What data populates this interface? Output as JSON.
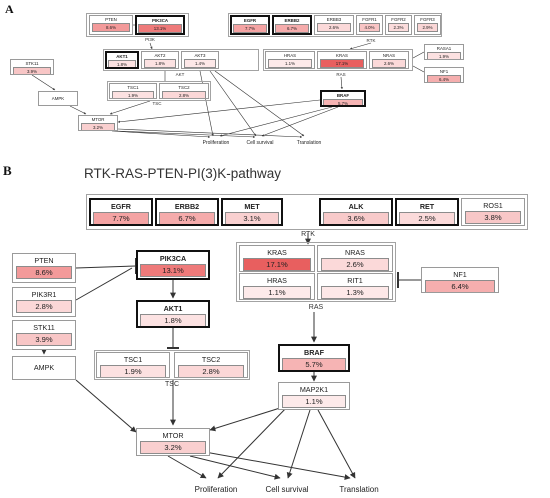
{
  "panel_a": {
    "letter": "A",
    "genes": {
      "pten": {
        "name": "PTEN",
        "value": "8.6%",
        "color": "#f39a9a"
      },
      "pik3ca": {
        "name": "PIK3CA",
        "value": "13.1%",
        "color": "#ee7a7a"
      },
      "egfr": {
        "name": "EGFR",
        "value": "7.7%",
        "color": "#f4a3a3"
      },
      "erbb2": {
        "name": "ERBB2",
        "value": "6.7%",
        "color": "#f5abab"
      },
      "erbb3": {
        "name": "ERBB3",
        "value": "2.6%",
        "color": "#fbd9d9"
      },
      "fgfr1": {
        "name": "FGFR1",
        "value": "4.0%",
        "color": "#f8c4c4"
      },
      "fgfr2": {
        "name": "FGFR2",
        "value": "2.3%",
        "color": "#fbdcdc"
      },
      "fgfr3": {
        "name": "FGFR3",
        "value": "2.9%",
        "color": "#fad6d6"
      },
      "stk11": {
        "name": "STK11",
        "value": "3.9%",
        "color": "#f8c6c6"
      },
      "akt1": {
        "name": "AKT1",
        "value": "1.8%",
        "color": "#fce2e2"
      },
      "akt2": {
        "name": "AKT2",
        "value": "1.8%",
        "color": "#fce2e2"
      },
      "akt3": {
        "name": "AKT3",
        "value": "1.4%",
        "color": "#fde8e8"
      },
      "hras": {
        "name": "HRAS",
        "value": "1.1%",
        "color": "#fdeaea"
      },
      "kras": {
        "name": "KRAS",
        "value": "17.1%",
        "color": "#e85f5f"
      },
      "nras": {
        "name": "NRAS",
        "value": "2.6%",
        "color": "#fbd9d9"
      },
      "rasa1": {
        "name": "RASA1",
        "value": "1.9%",
        "color": "#fce1e1"
      },
      "nf1": {
        "name": "NF1",
        "value": "6.4%",
        "color": "#f5aeae"
      },
      "tsc1": {
        "name": "TSC1",
        "value": "1.9%",
        "color": "#fce1e1"
      },
      "tsc2": {
        "name": "TSC2",
        "value": "2.8%",
        "color": "#fbd7d7"
      },
      "ampk": {
        "name": "AMPK"
      },
      "braf": {
        "name": "BRAF",
        "value": "5.7%",
        "color": "#f6b4b4"
      },
      "mtor": {
        "name": "MTOR",
        "value": "3.2%",
        "color": "#f9cfcf"
      }
    },
    "labels": {
      "pi3k": "PI3K",
      "rtk": "RTK",
      "akt": "AKT",
      "tsc": "TSC",
      "ras": "RAS"
    },
    "outputs": {
      "proliferation": "Proliferation",
      "cell_survival": "Cell survival",
      "translation": "Translation"
    }
  },
  "panel_b": {
    "letter": "B",
    "title": "RTK-RAS-PTEN-PI(3)K-pathway",
    "genes": {
      "egfr": {
        "name": "EGFR",
        "value": "7.7%",
        "color": "#f4a3a3"
      },
      "erbb2": {
        "name": "ERBB2",
        "value": "6.7%",
        "color": "#f5abab"
      },
      "met": {
        "name": "MET",
        "value": "3.1%",
        "color": "#f9d0d0"
      },
      "alk": {
        "name": "ALK",
        "value": "3.6%",
        "color": "#f8caca"
      },
      "ret": {
        "name": "RET",
        "value": "2.5%",
        "color": "#fbdada"
      },
      "ros1": {
        "name": "ROS1",
        "value": "3.8%",
        "color": "#f8c7c7"
      },
      "pten": {
        "name": "PTEN",
        "value": "8.6%",
        "color": "#f39a9a"
      },
      "pik3r1": {
        "name": "PIK3R1",
        "value": "2.8%",
        "color": "#fbd7d7"
      },
      "pik3ca": {
        "name": "PIK3CA",
        "value": "13.1%",
        "color": "#ee7a7a"
      },
      "akt1": {
        "name": "AKT1",
        "value": "1.8%",
        "color": "#fce2e2"
      },
      "stk11": {
        "name": "STK11",
        "value": "3.9%",
        "color": "#f8c6c6"
      },
      "ampk": {
        "name": "AMPK"
      },
      "kras": {
        "name": "KRAS",
        "value": "17.1%",
        "color": "#e85f5f"
      },
      "nras": {
        "name": "NRAS",
        "value": "2.6%",
        "color": "#fbd9d9"
      },
      "hras": {
        "name": "HRAS",
        "value": "1.1%",
        "color": "#fdeaea"
      },
      "rit1": {
        "name": "RIT1",
        "value": "1.3%",
        "color": "#fde8e8"
      },
      "nf1": {
        "name": "NF1",
        "value": "6.4%",
        "color": "#f5aeae"
      },
      "tsc1": {
        "name": "TSC1",
        "value": "1.9%",
        "color": "#fce1e1"
      },
      "tsc2": {
        "name": "TSC2",
        "value": "2.8%",
        "color": "#fbd7d7"
      },
      "braf": {
        "name": "BRAF",
        "value": "5.7%",
        "color": "#f6b4b4"
      },
      "map2k1": {
        "name": "MAP2K1",
        "value": "1.1%",
        "color": "#fdeaea"
      },
      "mtor": {
        "name": "MTOR",
        "value": "3.2%",
        "color": "#f9cfcf"
      }
    },
    "labels": {
      "rtk": "RTK",
      "ras": "RAS",
      "tsc": "TSC"
    },
    "outputs": {
      "proliferation": "Proliferation",
      "cell_survival": "Cell survival",
      "translation": "Translation"
    }
  }
}
